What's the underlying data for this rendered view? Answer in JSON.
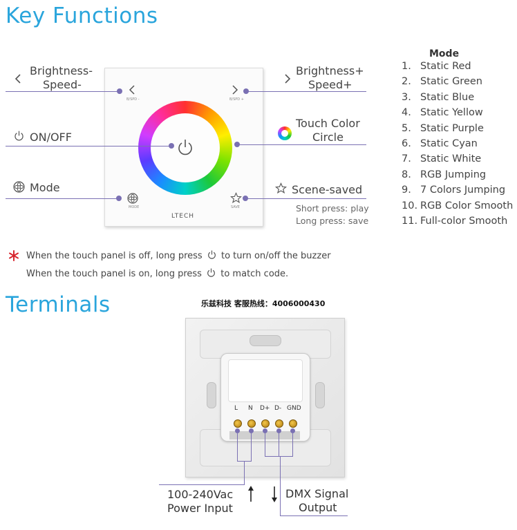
{
  "headings": {
    "key_functions": "Key Functions",
    "terminals": "Terminals"
  },
  "labels": {
    "brightness_minus_1": "Brightness-",
    "brightness_minus_2": "Speed-",
    "brightness_plus_1": "Brightness+",
    "brightness_plus_2": "Speed+",
    "on_off": "ON/OFF",
    "touch_color_1": "Touch Color",
    "touch_color_2": "Circle",
    "mode": "Mode",
    "scene_saved": "Scene-saved",
    "short_press": "Short press: play",
    "long_press": "Long press: save"
  },
  "panel": {
    "brand": "LTECH",
    "left_small": "B/SPD -",
    "right_small": "B/SPD +",
    "mode_small": "MODE",
    "save_small": "SAVE"
  },
  "modes": {
    "title": "Mode",
    "items": [
      {
        "num": "1.",
        "text": "Static Red"
      },
      {
        "num": "2.",
        "text": "Static Green"
      },
      {
        "num": "3.",
        "text": "Static Blue"
      },
      {
        "num": "4.",
        "text": "Static Yellow"
      },
      {
        "num": "5.",
        "text": "Static Purple"
      },
      {
        "num": "6.",
        "text": "Static Cyan"
      },
      {
        "num": "7.",
        "text": "Static White"
      },
      {
        "num": "8.",
        "text": "RGB Jumping"
      },
      {
        "num": "9.",
        "text": "7 Colors Jumping"
      },
      {
        "num": "10.",
        "text": "RGB Color Smooth"
      },
      {
        "num": "11.",
        "text": "Full-color Smooth"
      }
    ]
  },
  "notes": {
    "line1_a": "When the touch panel is off, long press",
    "line1_b": "to turn on/off the buzzer",
    "line2_a": "When the touch panel is on, long press",
    "line2_b": "to match code."
  },
  "hotline": "乐兹科技 客服热线：4006000430",
  "terminals": {
    "pins": [
      "L",
      "N",
      "D+",
      "D-",
      "GND"
    ],
    "power_1": "100-240Vac",
    "power_2": "Power Input",
    "dmx_1": "DMX Signal",
    "dmx_2": "Output"
  },
  "colors": {
    "accent_blue": "#2aa5dc",
    "line_purple": "#7a70b3",
    "asterisk_red": "#d7262f"
  },
  "icons": [
    "chevron-left-icon",
    "chevron-right-icon",
    "power-icon",
    "color-wheel-icon",
    "mode-flower-icon",
    "star-icon",
    "asterisk-icon",
    "arrow-up-icon",
    "arrow-down-icon"
  ]
}
